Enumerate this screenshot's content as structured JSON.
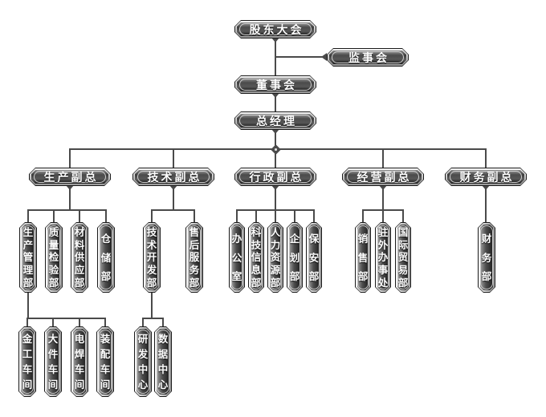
{
  "org_chart": {
    "root": {
      "label": "股东大会"
    },
    "supervisory": {
      "label": "监事会"
    },
    "board": {
      "label": "董事会"
    },
    "general_manager": {
      "label": "总经理"
    },
    "branches": [
      {
        "label": "生产副总",
        "departments": [
          {
            "label": "生产管理部",
            "children": [
              {
                "label": "金工车间"
              },
              {
                "label": "大件车间"
              },
              {
                "label": "电焊车间"
              },
              {
                "label": "装配车间"
              }
            ]
          },
          {
            "label": "质量检验部"
          },
          {
            "label": "材料供应部"
          },
          {
            "label": "仓储部"
          }
        ]
      },
      {
        "label": "技术副总",
        "departments": [
          {
            "label": "技术开发部",
            "children": [
              {
                "label": "研发中心"
              },
              {
                "label": "数据中心"
              }
            ]
          },
          {
            "label": "售后服务部"
          }
        ]
      },
      {
        "label": "行政副总",
        "departments": [
          {
            "label": "办公室"
          },
          {
            "label": "科技信息部"
          },
          {
            "label": "人力资源部"
          },
          {
            "label": "企划部"
          },
          {
            "label": "保安部"
          }
        ]
      },
      {
        "label": "经营副总",
        "departments": [
          {
            "label": "销售部"
          },
          {
            "label": "驻外办事处"
          },
          {
            "label": "国际贸易部"
          }
        ]
      },
      {
        "label": "财务副总",
        "departments": [
          {
            "label": "财务部"
          }
        ]
      }
    ],
    "colors": {
      "connector": "#4a4a4a",
      "node_fill_dark": "#3c3c3c",
      "node_rim": "#e8e8e8",
      "node_text": "#ffffff"
    }
  }
}
